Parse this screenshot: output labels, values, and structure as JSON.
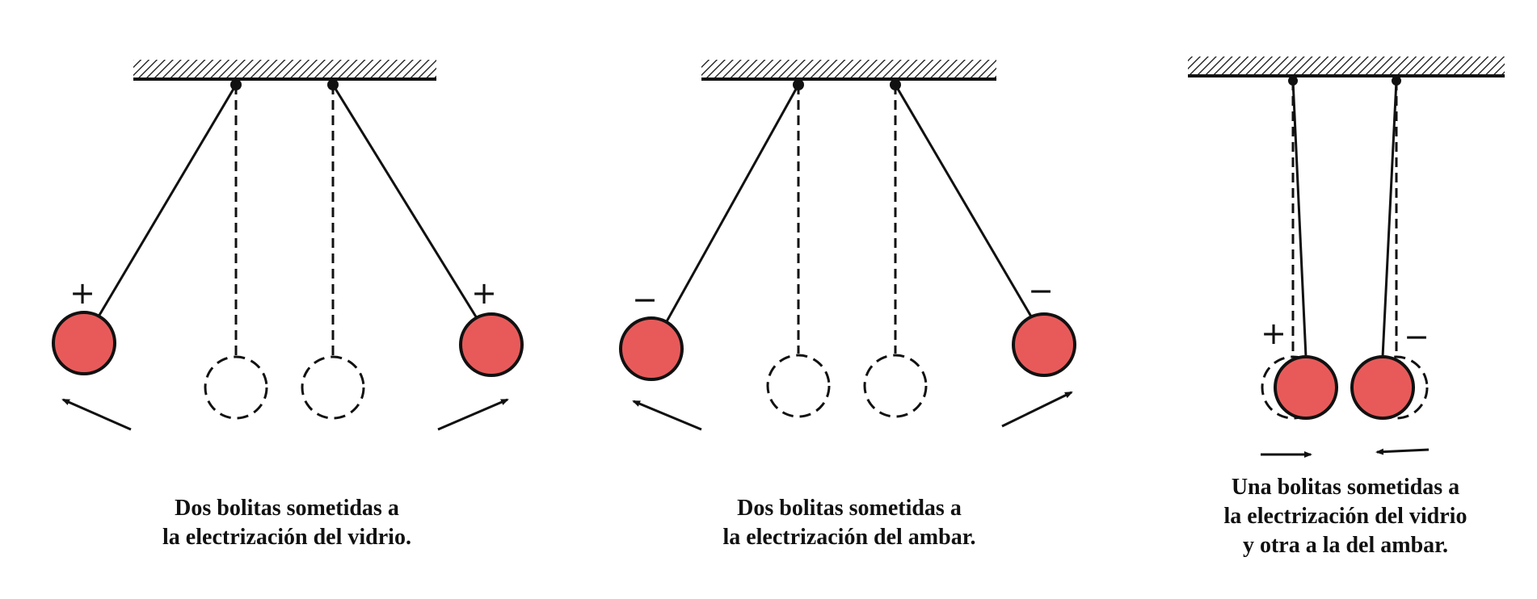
{
  "colors": {
    "ink": "#111111",
    "ball_fill": "#e85a5a",
    "background": "#ffffff"
  },
  "panels": [
    {
      "left_sign": "+",
      "right_sign": "+",
      "caption": [
        "Dos bolitas sometidas a",
        "la electrización del vidrio."
      ]
    },
    {
      "left_sign": "−",
      "right_sign": "−",
      "caption": [
        "Dos bolitas sometidas a",
        "la electrización del ambar."
      ]
    },
    {
      "left_sign": "+",
      "right_sign": "−",
      "caption": [
        "Una bolitas sometidas a",
        "la electrización del vidrio",
        "y otra a la del ambar."
      ]
    }
  ]
}
